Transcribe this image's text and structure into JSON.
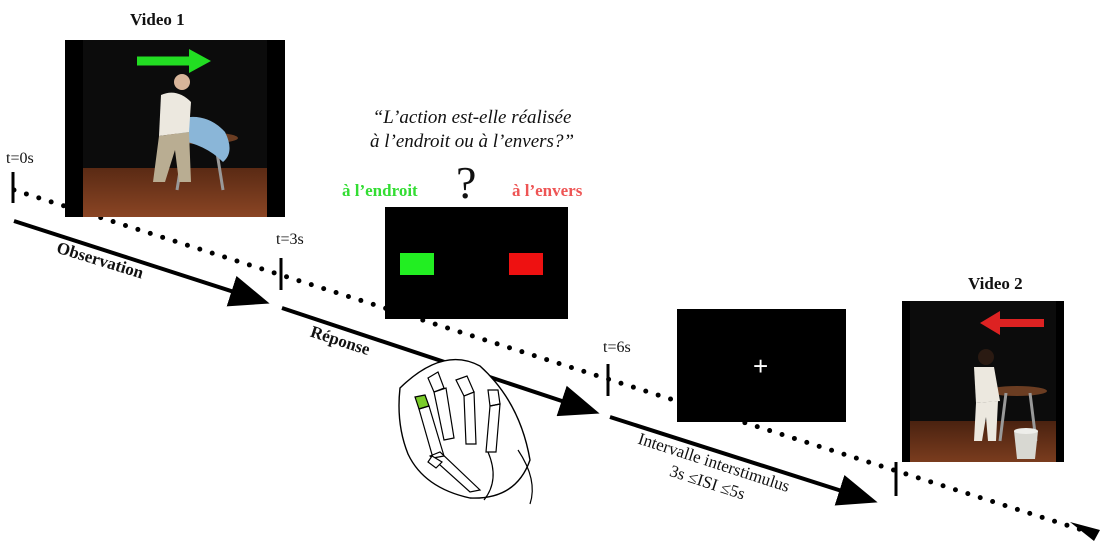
{
  "video1": {
    "title": "Video 1",
    "arrow_color": "#22dd22"
  },
  "video2": {
    "title": "Video 2",
    "arrow_color": "#dd2222"
  },
  "times": {
    "t0": "t=0s",
    "t3": "t=3s",
    "t6": "t=6s"
  },
  "question": {
    "line1": "“L’action est-elle réalisée",
    "line2": "à l’endroit ou à l’envers?”",
    "mark": "?"
  },
  "response": {
    "left_label": "à l’endroit",
    "right_label": "à l’envers",
    "left_color": "#33dd33",
    "right_color": "#ee5555",
    "left_box_color": "#22ee22",
    "right_box_color": "#ee1111"
  },
  "fixation": {
    "symbol": "+"
  },
  "phases": {
    "observation": "Observation",
    "reponse": "Réponse",
    "isi_line1": "Intervalle interstimulus",
    "isi_line2": "3s ≤ISI ≤5s"
  }
}
